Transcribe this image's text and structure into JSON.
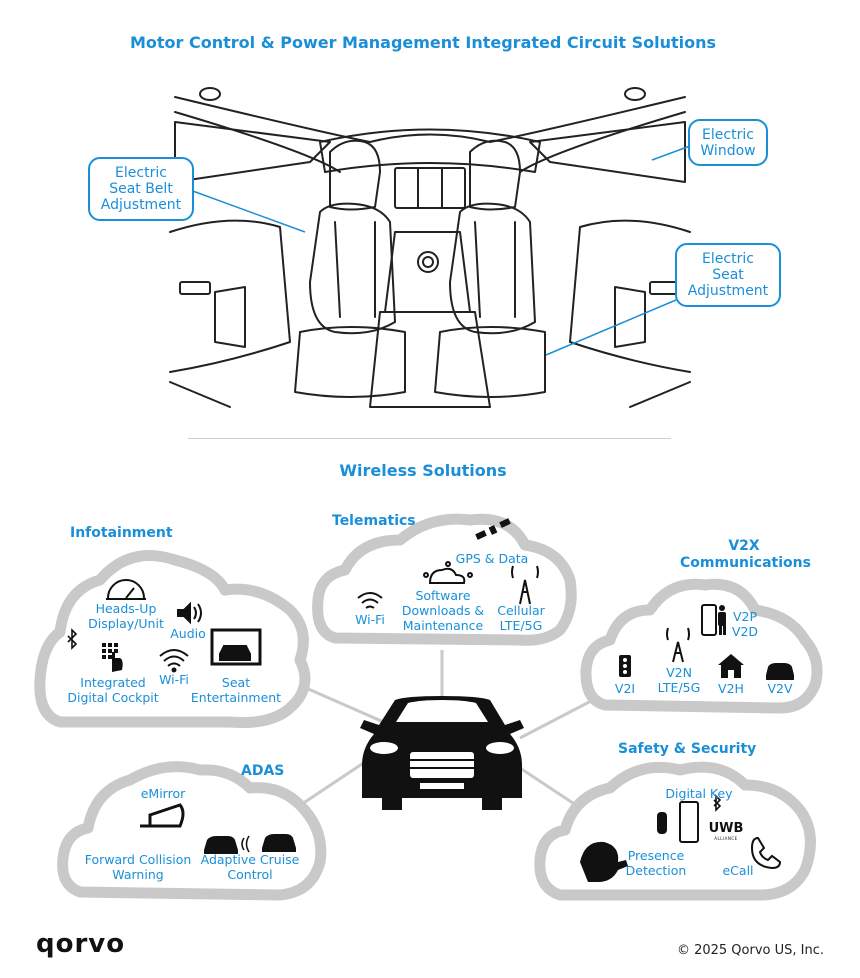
{
  "top": {
    "title": "Motor Control & Power Management Integrated Circuit Solutions",
    "callouts": {
      "seat_belt": [
        "Electric",
        "Seat Belt",
        "Adjustment"
      ],
      "window": [
        "Electric",
        "Window"
      ],
      "seat": [
        "Electric",
        "Seat",
        "Adjustment"
      ]
    }
  },
  "wireless": {
    "title": "Wireless Solutions",
    "infotainment": {
      "title": "Infotainment",
      "hud": [
        "Heads-Up",
        "Display/Unit"
      ],
      "audio": "Audio",
      "cockpit": [
        "Integrated",
        "Digital Cockpit"
      ],
      "wifi": "Wi-Fi",
      "seat_ent": [
        "Seat",
        "Entertainment"
      ]
    },
    "telematics": {
      "title": "Telematics",
      "gps": "GPS & Data",
      "wifi": "Wi-Fi",
      "software": [
        "Software",
        "Downloads &",
        "Maintenance"
      ],
      "cellular": [
        "Cellular",
        "LTE/5G"
      ]
    },
    "v2x": {
      "title": [
        "V2X",
        "Communications"
      ],
      "v2p": [
        "V2P",
        "V2D"
      ],
      "v2i": "V2I",
      "v2n": [
        "V2N",
        "LTE/5G"
      ],
      "v2h": "V2H",
      "v2v": "V2V"
    },
    "adas": {
      "title": "ADAS",
      "emirror": "eMirror",
      "fcw": [
        "Forward Collision",
        "Warning"
      ],
      "acc": [
        "Adaptive Cruise",
        "Control"
      ]
    },
    "safety": {
      "title": "Safety & Security",
      "digital_key": "Digital Key",
      "uwb": "UWB",
      "uwb_sub": "ALLIANCE",
      "presence": [
        "Presence",
        "Detection"
      ],
      "ecall": "eCall"
    }
  },
  "footer": {
    "logo": "qorvo",
    "copyright": "© 2025 Qorvo US, Inc."
  },
  "colors": {
    "accent": "#1a8fd8",
    "cloud_border": "#c9c9c9",
    "ink": "#111111"
  }
}
